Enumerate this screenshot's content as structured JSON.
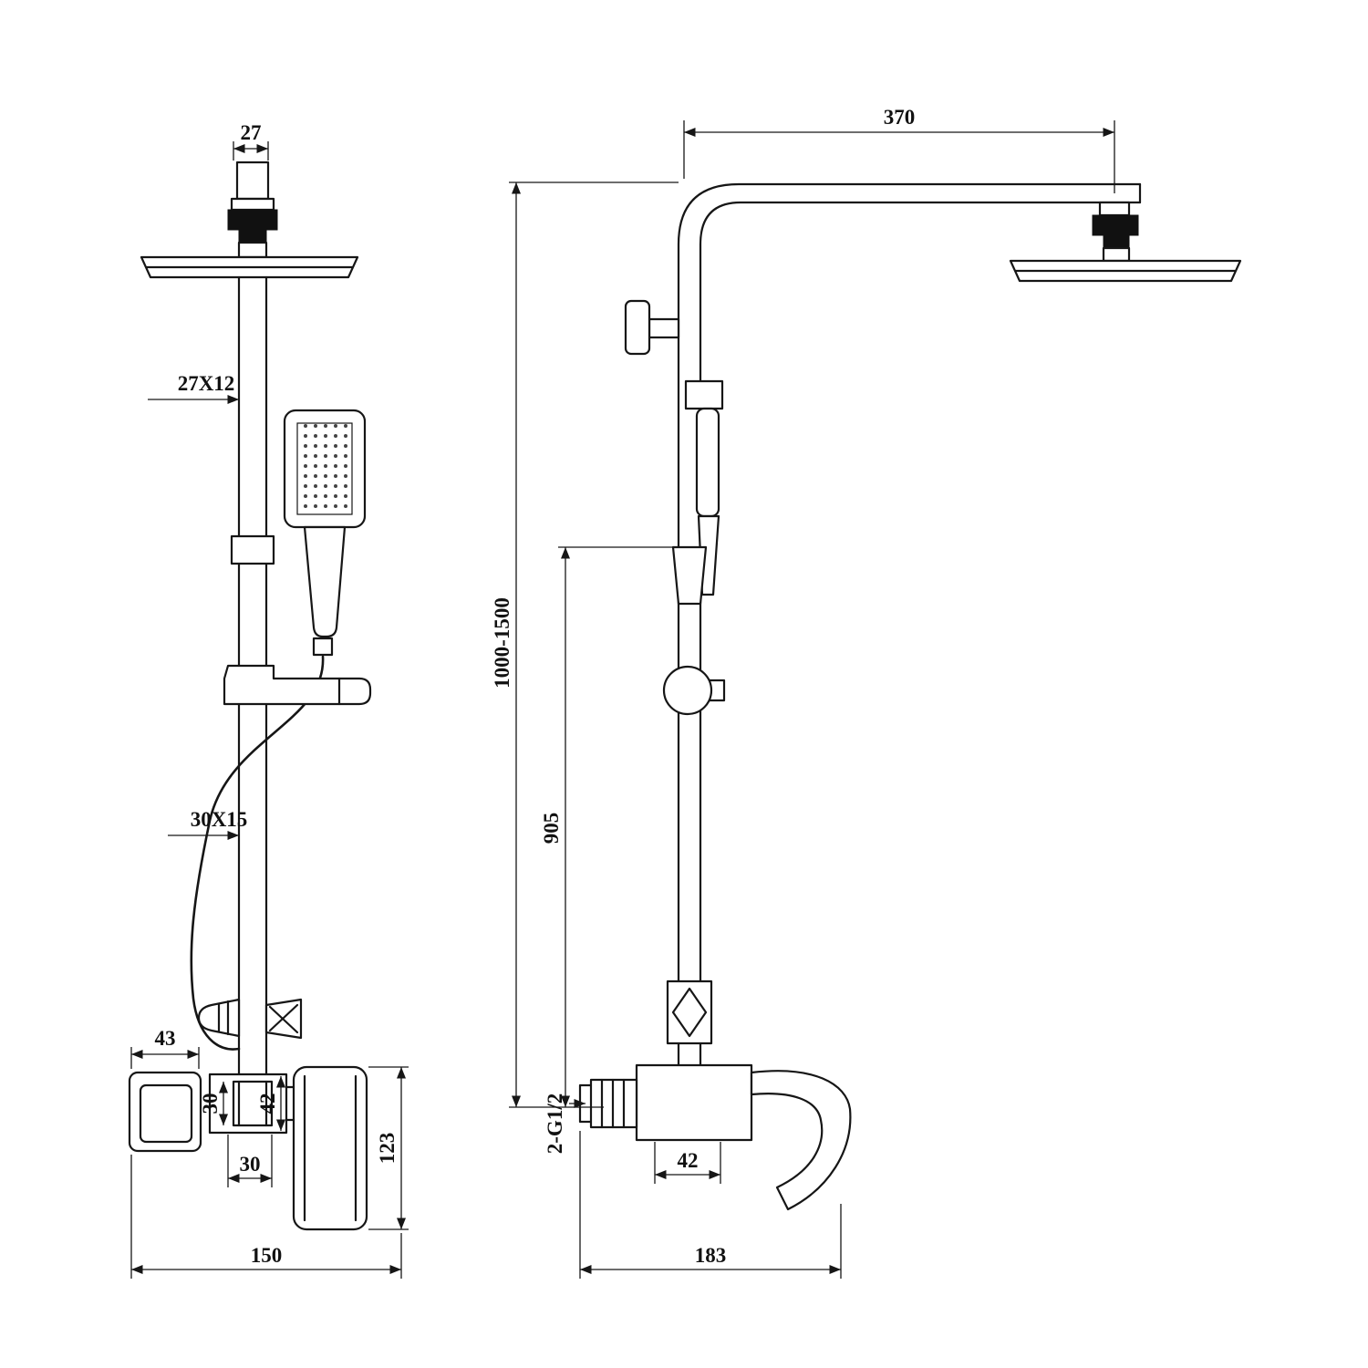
{
  "drawing": {
    "title": "shower-system-technical-drawing",
    "background": "#ffffff",
    "line_color": "#161616",
    "front_view": {
      "dim_head_fitting_width": "27",
      "dim_pipe_upper": "27X12",
      "dim_pipe_lower": "30X15",
      "dim_handle_width": "43",
      "dim_body_height": "30",
      "dim_spout_height": "42",
      "dim_body_width": "30",
      "dim_mixer_height": "123",
      "dim_mixer_width": "150"
    },
    "side_view": {
      "dim_arm_length": "370",
      "dim_total_height": "1000-1500",
      "dim_lower_height": "905",
      "dim_thread": "2-G1/2",
      "dim_body_width": "42",
      "dim_mixer_depth": "183"
    }
  }
}
